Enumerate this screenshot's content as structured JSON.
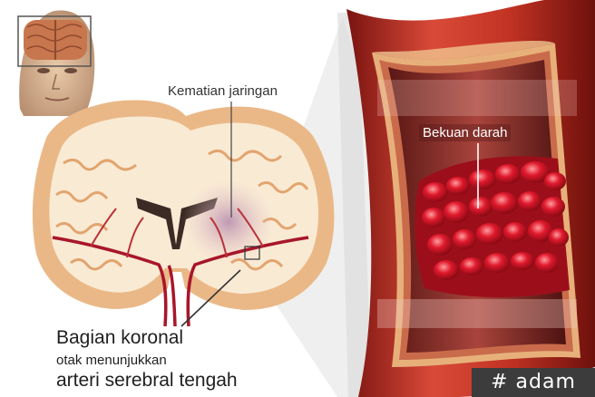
{
  "labels": {
    "tissue_death": "Kematian jaringan",
    "blood_clot": "Bekuan darah",
    "coronal_line1": "Bagian koronal",
    "coronal_line2": "otak menunjukkan",
    "coronal_line3": "arteri serebral tengah"
  },
  "watermark": "# adam",
  "colors": {
    "artery_wall": "#c0392b",
    "clot": "#d4152a",
    "brain_cortex": "#f3d3a6",
    "infarct": "#c9a3b8"
  }
}
